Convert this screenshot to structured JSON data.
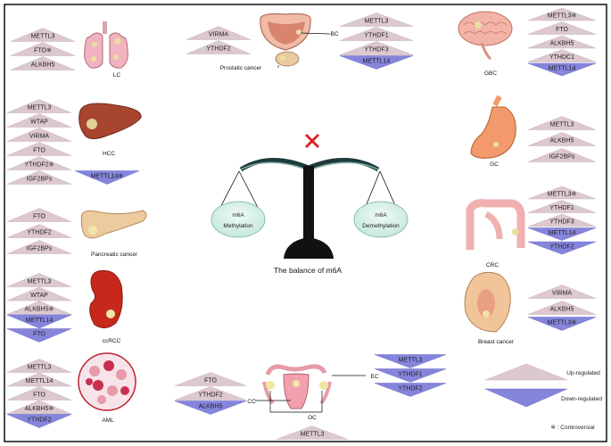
{
  "colors": {
    "up": "#dcc8cf",
    "down": "#8585dc",
    "cross": "#e02020",
    "scale": "#1f3b3b"
  },
  "organs": {
    "lc": "LC",
    "bc": "BC",
    "prostate": "Prostatic cancer",
    "gbc": "GBC",
    "hcc": "HCC",
    "gc": "GC",
    "pancreatic": "Pancreatic cancer",
    "crc": "CRC",
    "ccrcc": "ccRCC",
    "breast": "Breast cancer",
    "aml": "AML",
    "cc": "CC",
    "ec": "EC",
    "oc": "OC"
  },
  "groups": {
    "lc": [
      {
        "label": "METTL3",
        "dir": "up"
      },
      {
        "label": "FTO※",
        "dir": "up"
      },
      {
        "label": "ALKBH5",
        "dir": "up"
      }
    ],
    "prostate": [
      {
        "label": "VIRMA",
        "dir": "up"
      },
      {
        "label": "YTHDF2",
        "dir": "up"
      }
    ],
    "bc": [
      {
        "label": "METTL3",
        "dir": "up"
      },
      {
        "label": "YTHDF1",
        "dir": "up"
      },
      {
        "label": "YTHDF3",
        "dir": "up"
      },
      {
        "label": "METTL14",
        "dir": "down"
      }
    ],
    "gbc": [
      {
        "label": "METTL3※",
        "dir": "up"
      },
      {
        "label": "FTO",
        "dir": "up"
      },
      {
        "label": "ALKBH5",
        "dir": "up"
      },
      {
        "label": "YTHDC1",
        "dir": "up"
      },
      {
        "label": "METTL14",
        "dir": "down"
      }
    ],
    "hcc": [
      {
        "label": "METTL3",
        "dir": "up"
      },
      {
        "label": "WTAP",
        "dir": "up"
      },
      {
        "label": "VIRMA",
        "dir": "up"
      },
      {
        "label": "FTO",
        "dir": "up"
      },
      {
        "label": "YTHDF2※",
        "dir": "up"
      },
      {
        "label": "IGF2BPs",
        "dir": "up"
      }
    ],
    "hcc_down": [
      {
        "label": "METTL14※",
        "dir": "down"
      }
    ],
    "gc": [
      {
        "label": "METTL3",
        "dir": "up"
      },
      {
        "label": "ALKBH5",
        "dir": "up"
      },
      {
        "label": "IGF2BPs",
        "dir": "up"
      }
    ],
    "pancreatic": [
      {
        "label": "FTO",
        "dir": "up"
      },
      {
        "label": "YTHDF2",
        "dir": "up"
      },
      {
        "label": "IGF2BPs",
        "dir": "up"
      }
    ],
    "crc": [
      {
        "label": "METTL3※",
        "dir": "up"
      },
      {
        "label": "YTHDF1",
        "dir": "up"
      },
      {
        "label": "YTHDF3",
        "dir": "up"
      },
      {
        "label": "METTL14",
        "dir": "down"
      },
      {
        "label": "YTHDF2",
        "dir": "down"
      }
    ],
    "ccrcc": [
      {
        "label": "METTL3",
        "dir": "up"
      },
      {
        "label": "WTAP",
        "dir": "up"
      },
      {
        "label": "ALKBH5※",
        "dir": "up"
      },
      {
        "label": "METTL14",
        "dir": "down"
      },
      {
        "label": "FTO",
        "dir": "down"
      }
    ],
    "breast": [
      {
        "label": "VIRMA",
        "dir": "up"
      },
      {
        "label": "ALKBH5",
        "dir": "up"
      },
      {
        "label": "METTL3※",
        "dir": "down"
      }
    ],
    "aml": [
      {
        "label": "METTL3",
        "dir": "up"
      },
      {
        "label": "METTL14",
        "dir": "up"
      },
      {
        "label": "FTO",
        "dir": "up"
      },
      {
        "label": "ALKBH5※",
        "dir": "up"
      },
      {
        "label": "YTHDF2",
        "dir": "down"
      }
    ],
    "cc": [
      {
        "label": "FTO",
        "dir": "up"
      },
      {
        "label": "YTHDF2",
        "dir": "up"
      },
      {
        "label": "ALKBH5",
        "dir": "down"
      }
    ],
    "ec": [
      {
        "label": "METTL3",
        "dir": "down"
      },
      {
        "label": "YTHDF1",
        "dir": "down"
      },
      {
        "label": "YTHDF2",
        "dir": "down"
      }
    ],
    "oc": [
      {
        "label": "METTL3",
        "dir": "up"
      }
    ]
  },
  "center": {
    "left_pan": "m6A\nMethylation",
    "right_pan": "m6A\nDemethylation",
    "title": "The balance of m6A"
  },
  "legend": {
    "up": "Up-regulated",
    "down": "Down-regulated",
    "controversial": "※ : Controversial"
  }
}
